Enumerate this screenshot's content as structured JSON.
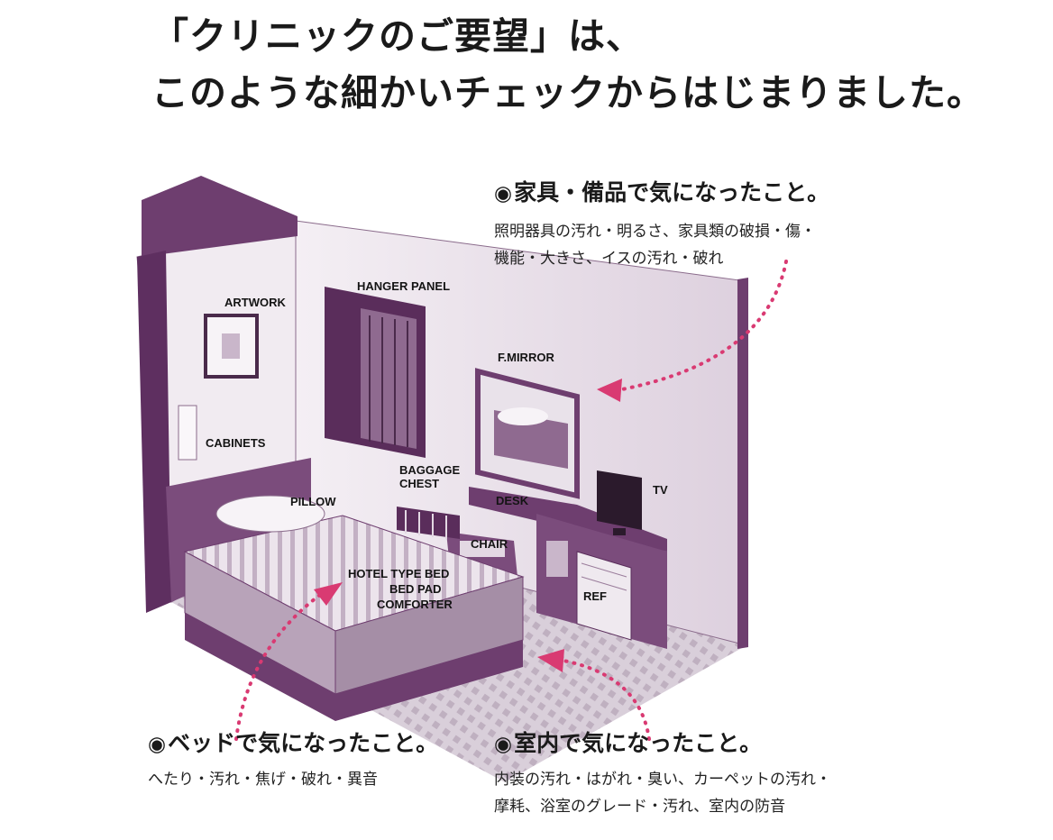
{
  "title": {
    "line1": "「クリニックのご要望」は、",
    "line2": "このような細かいチェックからはじまりました。"
  },
  "labels": {
    "hanger_panel": "HANGER PANEL",
    "artwork": "ARTWORK",
    "f_mirror": "F.MIRROR",
    "cabinets": "CABINETS",
    "baggage_chest_1": "BAGGAGE",
    "baggage_chest_2": "CHEST",
    "tv": "TV",
    "pillow": "PILLOW",
    "desk": "DESK",
    "chair": "CHAIR",
    "hotel_type_bed": "HOTEL TYPE BED",
    "bed_pad": "BED PAD",
    "comforter": "COMFORTER",
    "ref": "REF"
  },
  "callouts": {
    "furniture": {
      "heading": "家具・備品で気になったこと。",
      "line1": "照明器具の汚れ・明るさ、家具類の破損・傷・",
      "line2": "機能・大きさ、イスの汚れ・破れ"
    },
    "bed": {
      "heading": "ベッドで気になったこと。",
      "line1": "へたり・汚れ・焦げ・破れ・異音"
    },
    "room": {
      "heading": "室内で気になったこと。",
      "line1": "内装の汚れ・はがれ・臭い、カーペットの汚れ・",
      "line2": "摩耗、浴室のグレード・汚れ、室内の防音"
    }
  },
  "bullet_symbol": "◉",
  "colors": {
    "room_tone": "#6e3e6f",
    "arrow": "#d93a72",
    "text": "#1a1a1a"
  }
}
